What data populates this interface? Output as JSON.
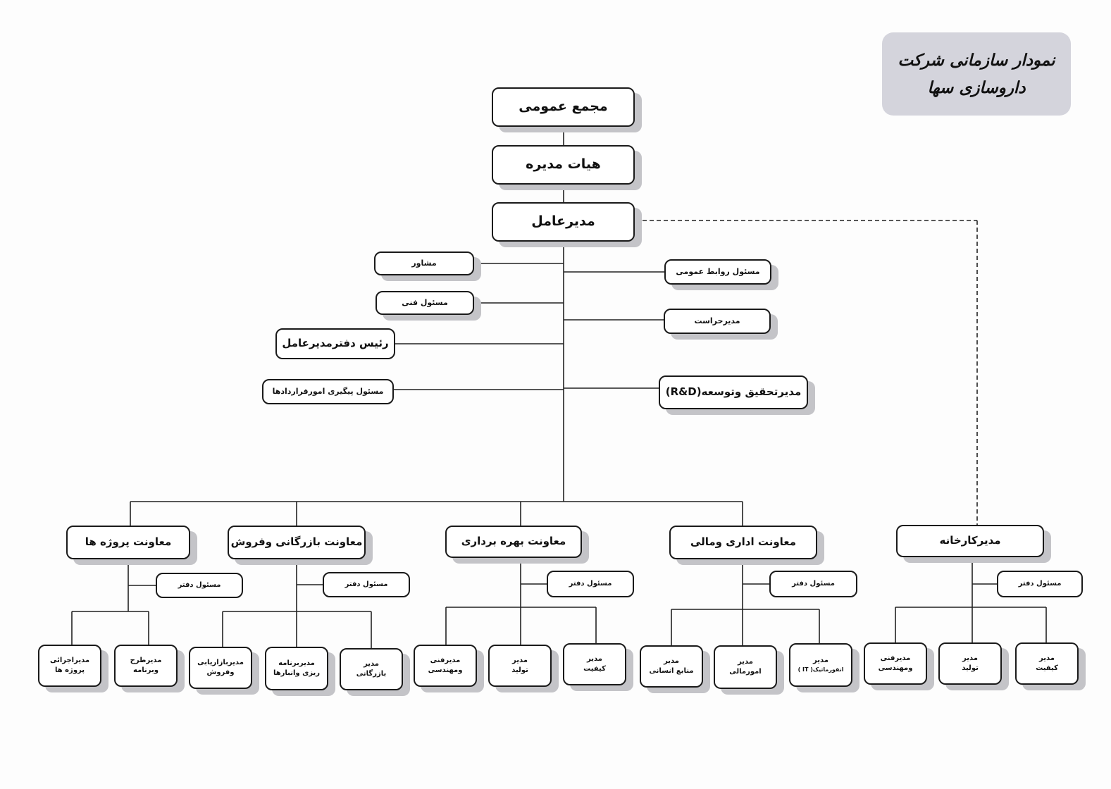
{
  "title": {
    "line1": "نمودار سازمانی شرکت",
    "line2": "داروسازی سها"
  },
  "colors": {
    "box_border": "#1a1a1a",
    "box_shadow": "#c4c4c8",
    "title_bg": "#d4d4dc",
    "line": "#222222"
  },
  "top_chain": {
    "general_assembly": "مجمع عمومی",
    "board_of_directors": "هیات مدیره",
    "ceo": "مدیرعامل"
  },
  "ceo_staff_left": [
    "مشاور",
    "مسئول فنی",
    "رئیس دفترمدیرعامل",
    "مسئول پیگیری امورقراردادها"
  ],
  "ceo_staff_right": [
    "مسئول روابط عمومی",
    "مدیرحراست",
    "مدیرتحقیق وتوسعه(R&D)"
  ],
  "divisions": [
    {
      "name": "معاونت پروژه ها",
      "office": "مسئول دفتر",
      "units": [
        [
          "مدیراجرائی",
          "پروژه ها"
        ],
        [
          "مدیرطرح",
          "وبرنامه"
        ]
      ]
    },
    {
      "name": "معاونت بازرگانی وفروش",
      "office": "مسئول دفتر",
      "units": [
        [
          "مدیربازاریابی",
          "وفروش"
        ],
        [
          "مدیربرنامه",
          "ریزی وانبارها"
        ],
        [
          "مدیر",
          "بازرگانی"
        ]
      ]
    },
    {
      "name": "معاونت بهره برداری",
      "office": "مسئول دفتر",
      "units": [
        [
          "مدیرفنی",
          "ومهندسی"
        ],
        [
          "مدیر",
          "تولید"
        ],
        [
          "مدیر",
          "کیفیت"
        ]
      ]
    },
    {
      "name": "معاونت اداری ومالی",
      "office": "مسئول دفتر",
      "units": [
        [
          "مدیر",
          "منابع انسانی"
        ],
        [
          "مدیر",
          "امورمالی"
        ],
        [
          "مدیر",
          "انفورماتیک( IT )"
        ]
      ]
    },
    {
      "name": "مدیرکارخانه",
      "office": "مسئول دفتر",
      "units": [
        [
          "مدیرفنی",
          "ومهندسی"
        ],
        [
          "مدیر",
          "تولید"
        ],
        [
          "مدیر",
          "کیفیت"
        ]
      ]
    }
  ]
}
